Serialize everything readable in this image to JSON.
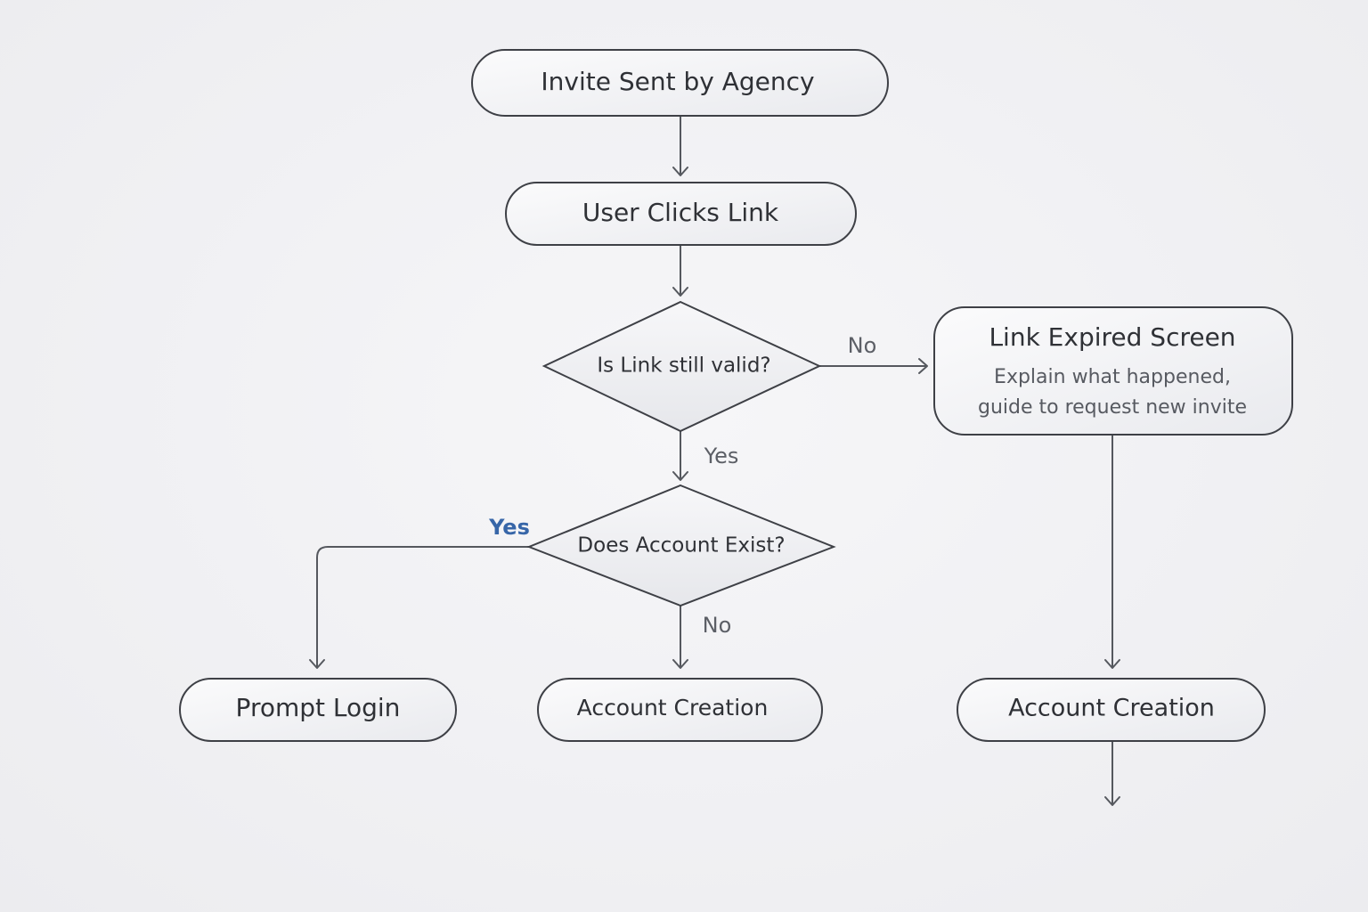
{
  "diagram": {
    "nodes": {
      "invite_sent": "Invite Sent by Agency",
      "user_clicks": "User Clicks Link",
      "link_valid": "Is Link still valid?",
      "link_expired_title": "Link Expired Screen",
      "link_expired_line1": "Explain what happened,",
      "link_expired_line2": "guide to request new invite",
      "account_exist": "Does Account Exist?",
      "prompt_login": "Prompt Login",
      "account_creation_middle": "Account Creation",
      "account_creation_right": "Account Creation"
    },
    "edge_labels": {
      "valid_no": "No",
      "valid_yes": "Yes",
      "exist_yes": "Yes",
      "exist_no": "No"
    }
  }
}
